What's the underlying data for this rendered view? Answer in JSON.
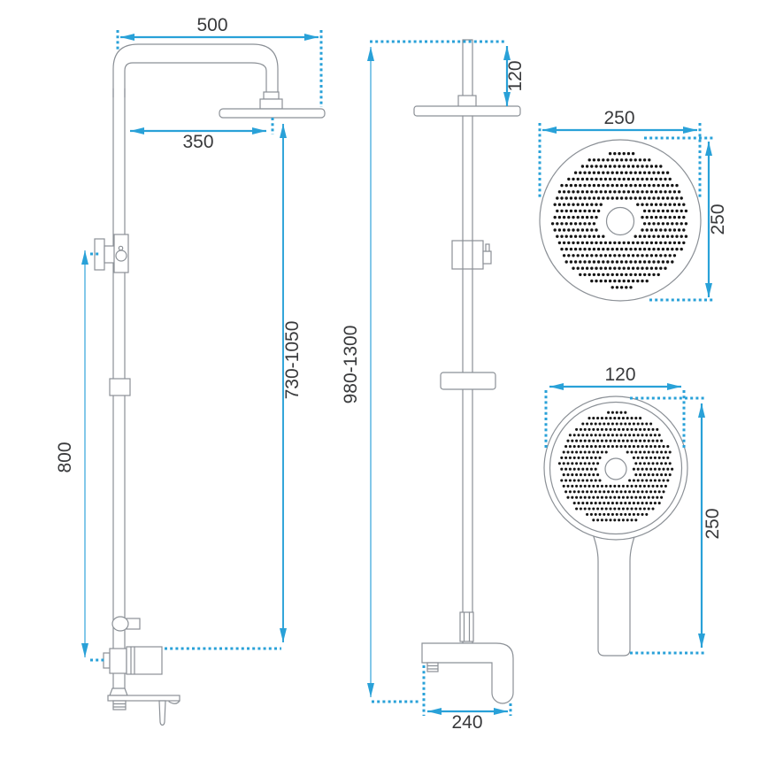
{
  "title": "Shower set dimensional drawing",
  "colors": {
    "dim": "#29a1d8",
    "dim-light": "#5ab6e2",
    "out": "#8b9096",
    "text": "#38393b",
    "dot": "#161616",
    "bg": "#ffffff"
  },
  "views": {
    "side_view": {
      "dims": {
        "arm_width": "500",
        "head_reach": "350",
        "column_height": "730-1050",
        "bar_height": "800"
      }
    },
    "front_view": {
      "dims": {
        "head_drop": "120",
        "total_height": "980-1300",
        "mixer_width": "240"
      }
    },
    "top_view_head": {
      "dims": {
        "width": "250",
        "depth": "250"
      }
    },
    "hand_shower": {
      "dims": {
        "width": "120",
        "length": "250"
      }
    }
  }
}
